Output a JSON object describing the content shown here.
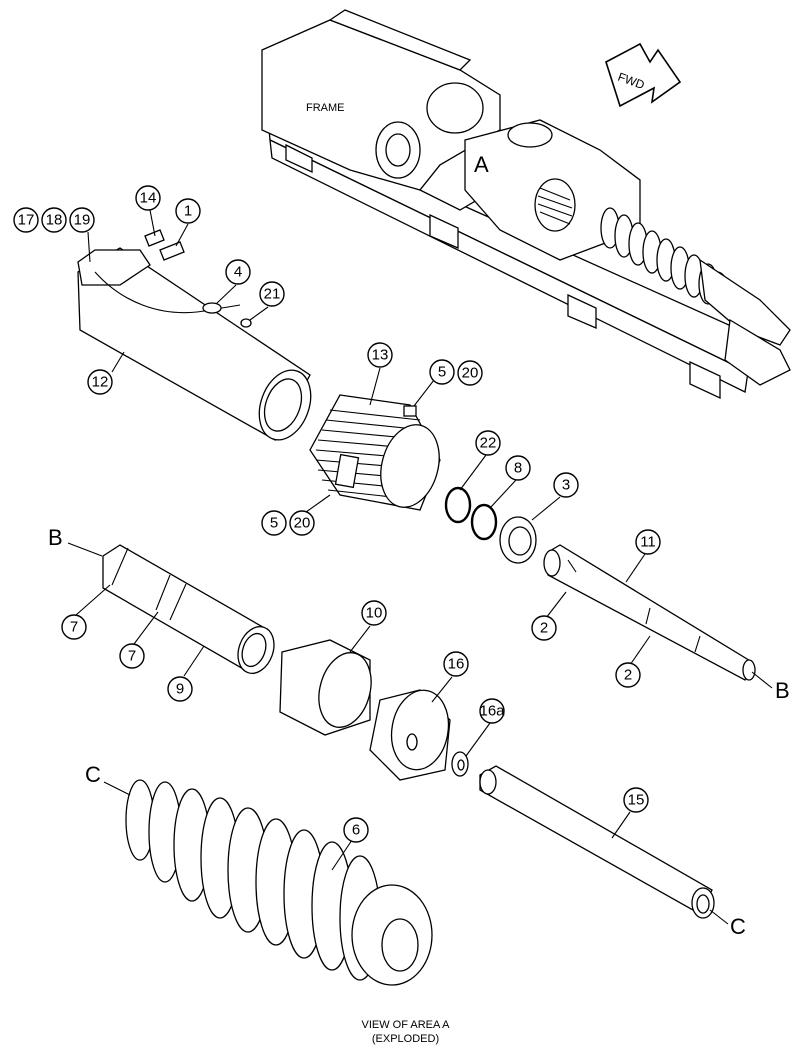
{
  "labels": {
    "frame": "FRAME",
    "fwd": "FWD",
    "area_letter": "A",
    "point_b": "B",
    "point_c": "C"
  },
  "caption": {
    "line1": "VIEW OF AREA  A",
    "line2": "(EXPLODED)"
  },
  "callouts": {
    "c1": "1",
    "c2a": "2",
    "c2b": "2",
    "c3": "3",
    "c4": "4",
    "c5a": "5",
    "c5b": "5",
    "c6": "6",
    "c7a": "7",
    "c7b": "7",
    "c8": "8",
    "c9": "9",
    "c10": "10",
    "c11": "11",
    "c12": "12",
    "c13": "13",
    "c14": "14",
    "c15": "15",
    "c16": "16",
    "c16a": "16a",
    "c17": "17",
    "c18": "18",
    "c19": "19",
    "c20a": "20",
    "c20b": "20",
    "c21": "21",
    "c22": "22"
  }
}
